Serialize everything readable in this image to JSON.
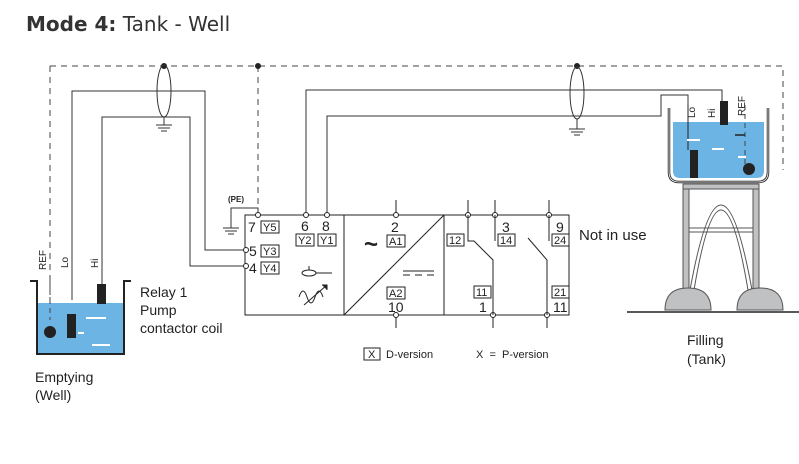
{
  "title": {
    "bold": "Mode 4:",
    "rest": " Tank - Well"
  },
  "well": {
    "probe_labels": [
      "REF",
      "Lo",
      "Hi"
    ],
    "caption": [
      "Emptying",
      "(Well)"
    ]
  },
  "relay_note": [
    "Relay 1",
    "Pump",
    "contactor coil"
  ],
  "tank": {
    "probe_labels": [
      "Lo",
      "Hi",
      "REF"
    ],
    "caption": [
      "Filling",
      "(Tank)"
    ]
  },
  "pe_label": "(PE)",
  "terminals": {
    "t7": {
      "num": "7",
      "code": "Y5"
    },
    "t5": {
      "num": "5",
      "code": "Y3"
    },
    "t4": {
      "num": "4",
      "code": "Y4"
    },
    "t6": {
      "num": "6",
      "code": "Y2"
    },
    "t8": {
      "num": "8",
      "code": "Y1"
    },
    "t2": {
      "num": "2",
      "code": "A1"
    },
    "t10": {
      "num": "10",
      "code": "A2"
    },
    "t3": {
      "num": "3",
      "code": "14"
    },
    "t12": {
      "code": "12"
    },
    "t1": {
      "num": "1",
      "code": "11"
    },
    "t9": {
      "num": "9",
      "code": "24"
    },
    "t11": {
      "num": "11",
      "code": "21"
    }
  },
  "not_in_use": "Not in use",
  "legend": {
    "boxed": "X",
    "d_version": "D-version",
    "p_version": "X  =  P-version"
  },
  "colors": {
    "water": "#6cb4e4",
    "frame": "#bfc1c3",
    "line": "#222222"
  }
}
